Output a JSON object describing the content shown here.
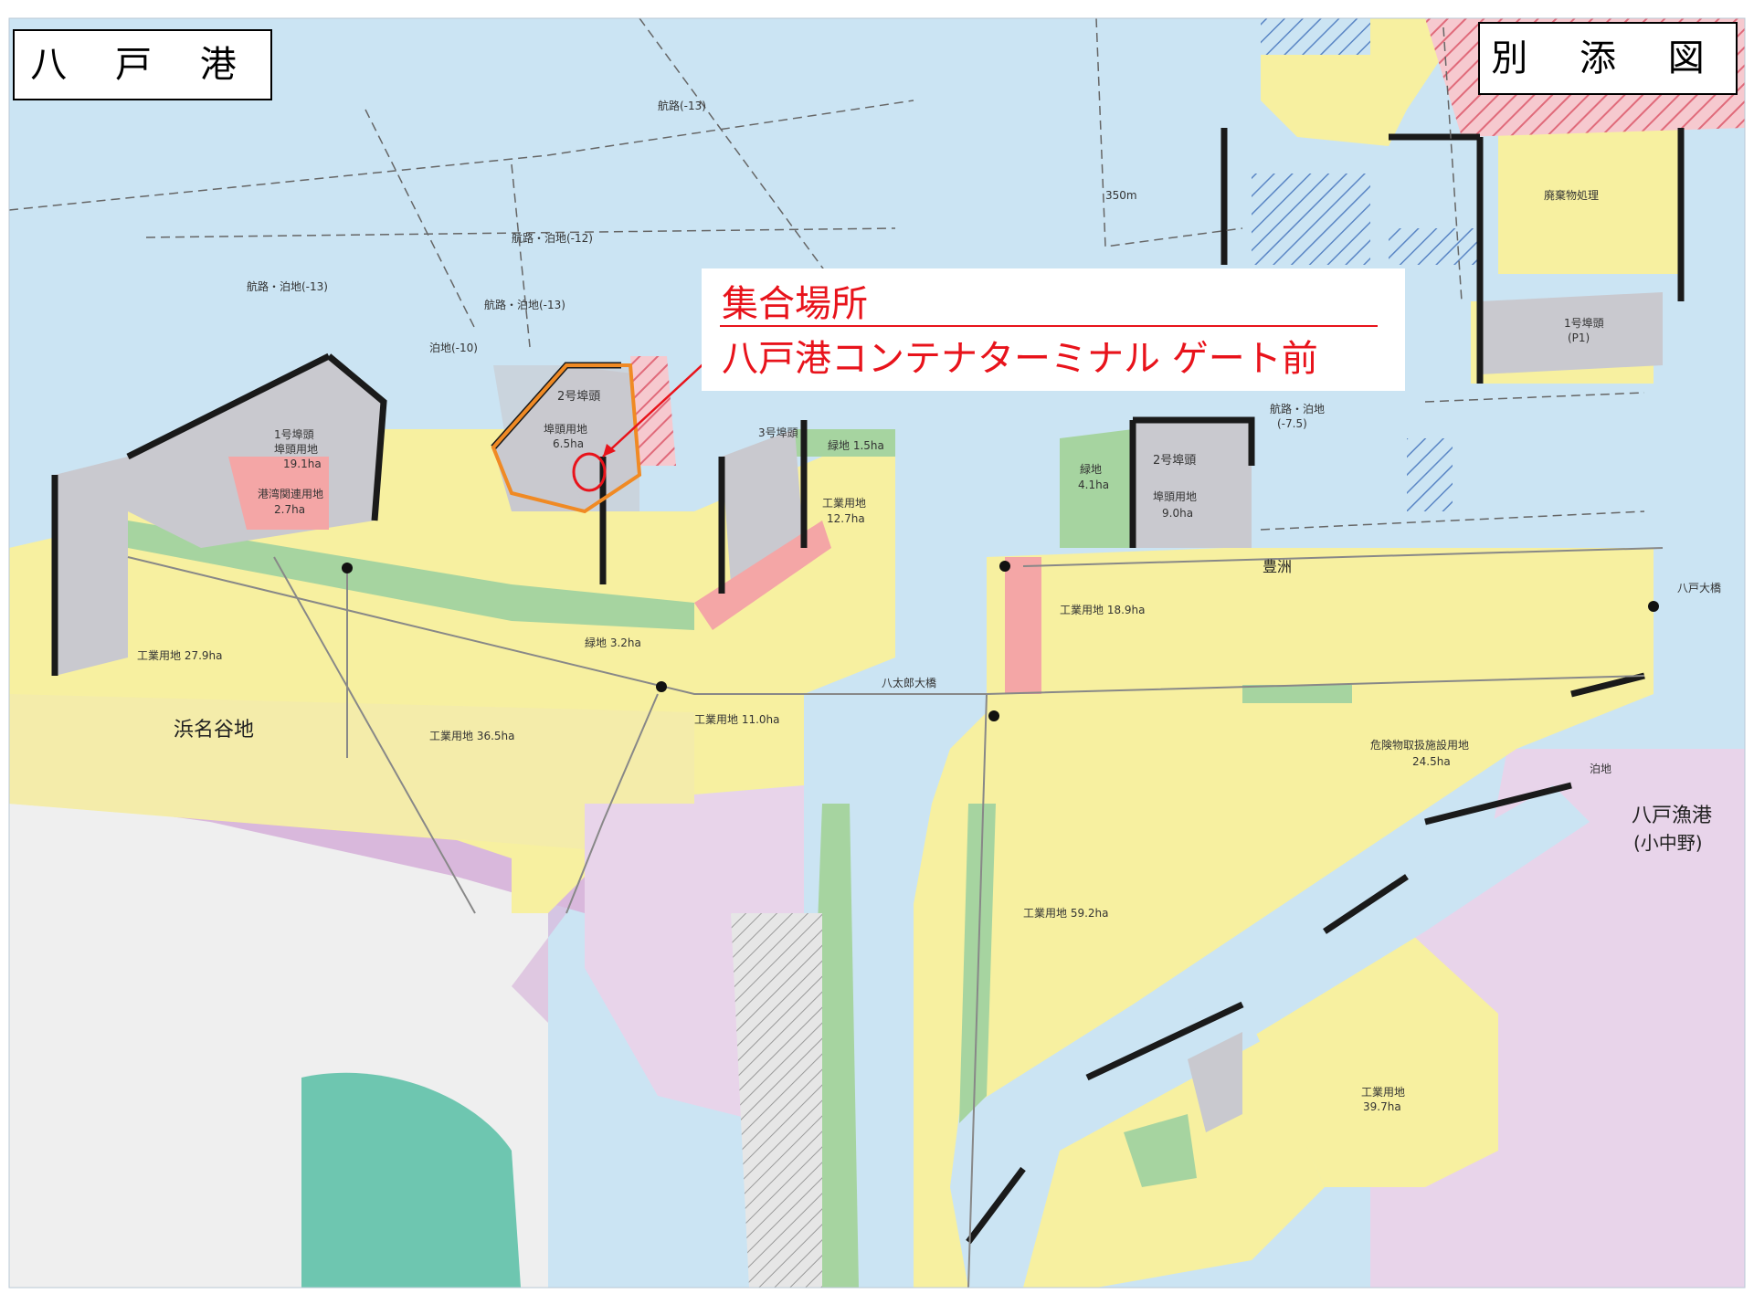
{
  "title_left": "八 戸 港",
  "title_right": "別 添 図",
  "callout": {
    "line1": "集合場所",
    "line2": "八戸港コンテナターミナル ゲート前"
  },
  "places": {
    "hamanayachi": "浜名谷地",
    "hachinohe_fishing_port": "八戸漁港",
    "konakano": "(小中野)",
    "hachitaro_bridge": "八太郎大橋",
    "hachinohe_bridge": "八戸大橋",
    "toyosu": "豊洲"
  },
  "map_labels": {
    "fairway_13": "航路(-13)",
    "fairway_anchorage_13a": "航路・泊地(-13)",
    "fairway_anchorage_13b": "航路・泊地(-13)",
    "fairway_anchorage_12": "航路・泊地(-12)",
    "anchorage_10": "泊地(-10)",
    "pier1": "1号埠頭",
    "pier1_land": "埠頭用地",
    "pier1_area": "19.1ha",
    "pier2": "2号埠頭",
    "pier2_land": "埠頭用地",
    "pier2_area": "6.5ha",
    "pier3": "3号埠頭",
    "port_related_land": "港湾関連用地",
    "port_related_area": "2.7ha",
    "industrial_land_a": "工業用地 27.9ha",
    "industrial_land_b": "工業用地 36.5ha",
    "industrial_land_c": "工業用地 11.0ha",
    "industrial_land_d": "工業用地",
    "industrial_area_d": "12.7ha",
    "green_area": "緑地 1.5ha",
    "green_road": "緑地 3.2ha",
    "east_pier2": "2号埠頭",
    "east_pier2_land": "埠頭用地",
    "east_pier2_area": "9.0ha",
    "east_green": "緑地",
    "east_green_area": "4.1ha",
    "fairway_anchorage_75": "航路・泊地",
    "fairway_anchorage_75b": "(-7.5)",
    "industrial_east_a": "工業用地 18.9ha",
    "industrial_east_b": "工業用地 59.2ha",
    "industrial_east_c": "工業用地",
    "industrial_east_c_area": "39.7ha",
    "hazardous_land": "危険物取扱施設用地",
    "hazardous_area": "24.5ha",
    "anchorage": "泊地",
    "disposal_land": "廃棄物処理",
    "pier_p1": "1号埠頭",
    "pier_p1b": "(P1)",
    "distance_350": "350m"
  },
  "colors": {
    "water": "#cbe4f3",
    "water_deep": "#c2ddf0",
    "industrial": "#f7f0a0",
    "pier": "#c9c9cf",
    "green": "#a6d4a0",
    "residential": "#d9b8dc",
    "residential_light": "#e8d4ea",
    "port_related": "#f4a6a6",
    "land_gray": "#efefef",
    "red": "#e8131b",
    "quay": "#1a1a1a"
  }
}
